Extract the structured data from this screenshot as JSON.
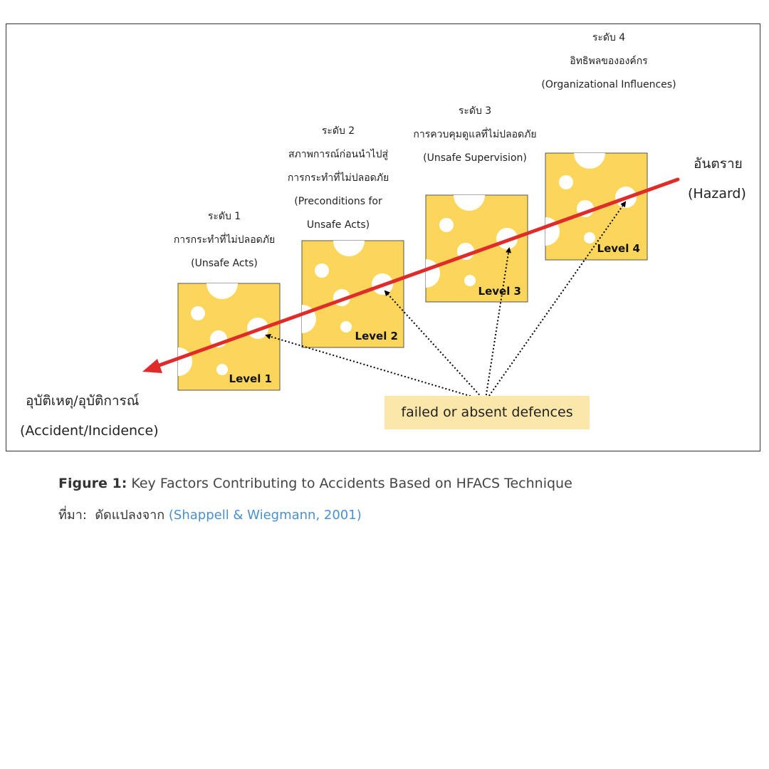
{
  "levels": [
    {
      "tag": "Level 1",
      "title": [
        "ระดับ 1",
        "การกระทำที่ไม่ปลอดภัย",
        "(Unsafe Acts)"
      ]
    },
    {
      "tag": "Level 2",
      "title": [
        "ระดับ 2",
        "สภาพการณ์ก่อนนำไปสู่",
        "การกระทำที่ไม่ปลอดภัย",
        "(Preconditions for",
        "Unsafe Acts)"
      ]
    },
    {
      "tag": "Level 3",
      "title": [
        "ระดับ 3",
        "การควบคุมดูแลที่ไม่ปลอดภัย",
        "(Unsafe Supervision)"
      ]
    },
    {
      "tag": "Level 4",
      "title": [
        "ระดับ 4",
        "อิทธิพลขององค์กร",
        "(Organizational Influences)"
      ]
    }
  ],
  "hazard": {
    "th": "อันตราย",
    "en": "(Hazard)"
  },
  "accident": {
    "th": "อุบัติเหตุ/อุบัติการณ์",
    "en": "(Accident/Incidence)"
  },
  "defences": "failed or absent defences",
  "caption": {
    "label": "Figure 1:",
    "text": "Key Factors Contributing to Accidents Based on HFACS Technique"
  },
  "source": {
    "label": "ที่มา:",
    "text": "ดัดแปลงจาก",
    "citation": "(Shappell & Wiegmann, 2001)"
  },
  "colors": {
    "cheese": "#fcd65a",
    "hole": "#ffffff",
    "arrow": "#e02b2b",
    "defences_bg": "#fbe7a9",
    "citation": "#4a8fd0"
  }
}
